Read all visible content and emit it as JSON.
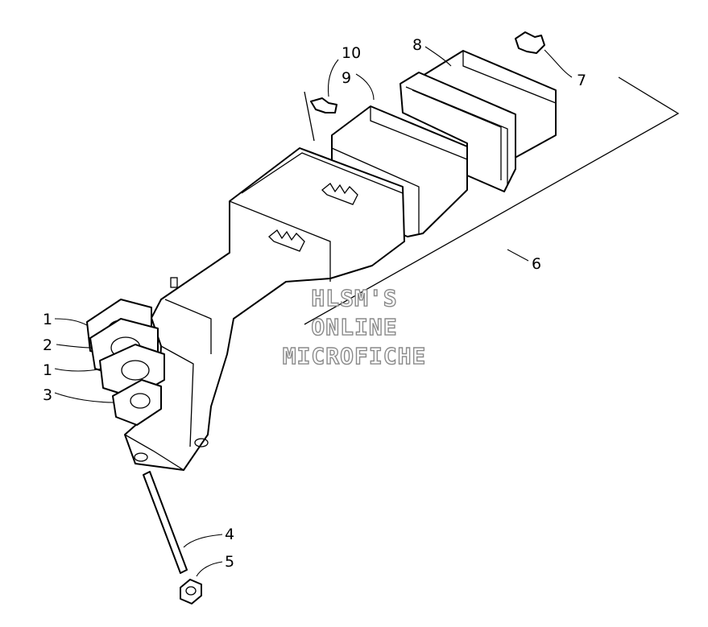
{
  "diagram": {
    "callouts": [
      {
        "id": "c1a",
        "text": "1"
      },
      {
        "id": "c2",
        "text": "2"
      },
      {
        "id": "c1b",
        "text": "1"
      },
      {
        "id": "c3",
        "text": "3"
      },
      {
        "id": "c4",
        "text": "4"
      },
      {
        "id": "c5",
        "text": "5"
      },
      {
        "id": "c6",
        "text": "6"
      },
      {
        "id": "c7",
        "text": "7"
      },
      {
        "id": "c8",
        "text": "8"
      },
      {
        "id": "c9",
        "text": "9"
      },
      {
        "id": "c10",
        "text": "10"
      }
    ],
    "watermark": {
      "line1": "HLSM'S",
      "line2": "ONLINE",
      "line3": "MICROFICHE"
    }
  }
}
